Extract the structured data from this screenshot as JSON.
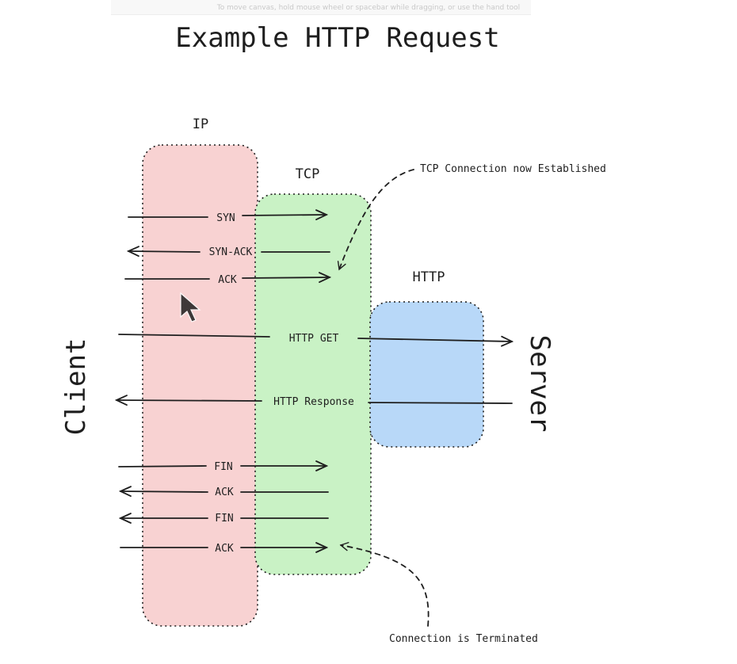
{
  "canvas_hint": "To move canvas, hold mouse wheel or spacebar while dragging, or use the hand tool",
  "diagram": {
    "title": "Example HTTP Request",
    "layers": [
      {
        "label": "IP",
        "fill": "#f8d2d2"
      },
      {
        "label": "TCP",
        "fill": "#c9f2c5"
      },
      {
        "label": "HTTP",
        "fill": "#b8d8f8"
      }
    ],
    "endpoints": {
      "left": "Client",
      "right": "Server"
    },
    "messages": [
      {
        "label": "SYN",
        "direction": "right"
      },
      {
        "label": "SYN-ACK",
        "direction": "left"
      },
      {
        "label": "ACK",
        "direction": "right"
      },
      {
        "label": "HTTP GET",
        "direction": "right"
      },
      {
        "label": "HTTP Response",
        "direction": "left"
      },
      {
        "label": "FIN",
        "direction": "right"
      },
      {
        "label": "ACK",
        "direction": "left"
      },
      {
        "label": "FIN",
        "direction": "left"
      },
      {
        "label": "ACK",
        "direction": "right"
      }
    ],
    "annotations": [
      {
        "text": "TCP Connection now Established"
      },
      {
        "text": "Connection is Terminated"
      }
    ]
  },
  "colors": {
    "ip": "#f8d2d2",
    "tcp": "#c9f2c5",
    "http": "#b8d8f8",
    "stroke": "#1e1e1e"
  },
  "cursor_icon": "arrow-pointer-icon"
}
